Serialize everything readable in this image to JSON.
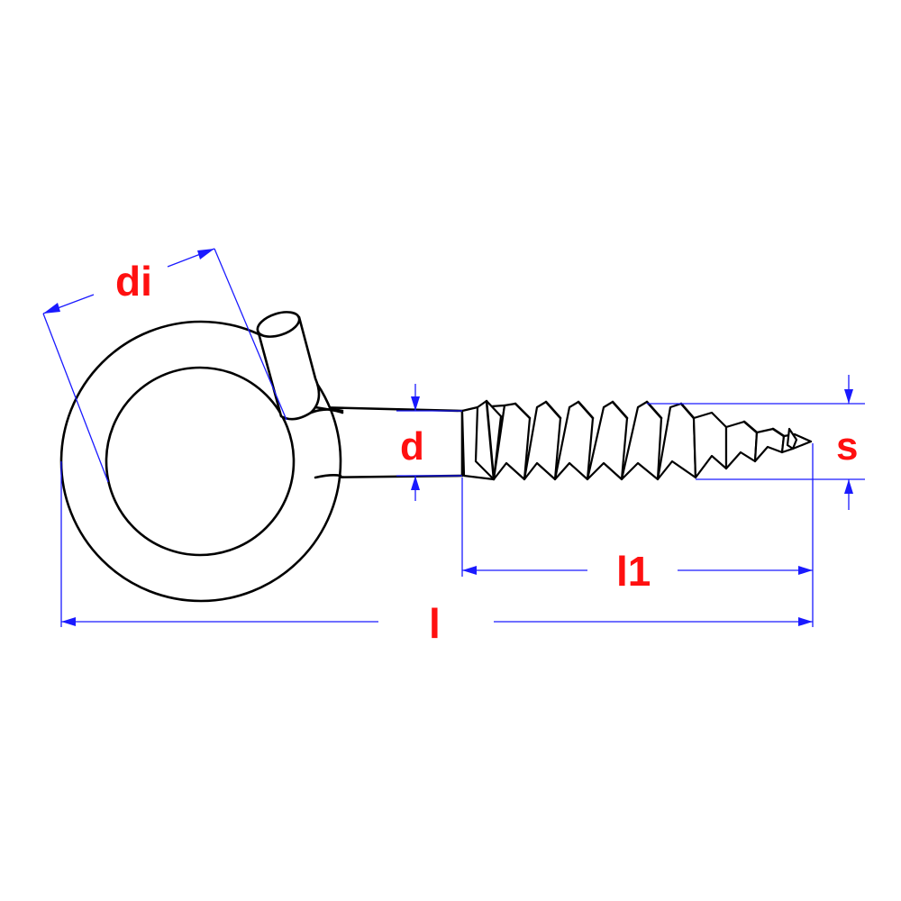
{
  "diagram": {
    "part": "eye-screw-hook",
    "labels": {
      "di": "di",
      "d": "d",
      "s": "s",
      "l1": "l1",
      "l": "l"
    }
  },
  "colors": {
    "dimension_line": "#1a1aff",
    "label": "#ff1010",
    "outline": "#000000"
  }
}
